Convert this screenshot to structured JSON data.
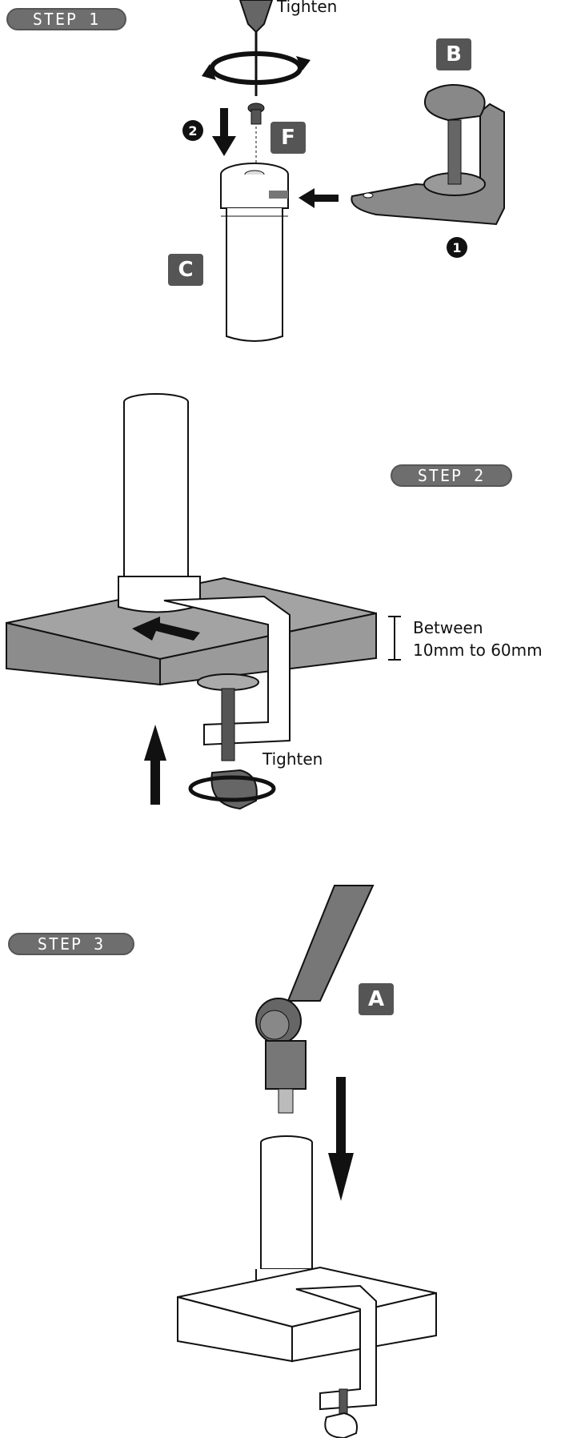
{
  "step1": {
    "label": "STEP 1",
    "tighten": "Tighten",
    "tag_b": "B",
    "tag_f": "F",
    "tag_c": "C",
    "badge_1": "1",
    "badge_2": "2"
  },
  "step2": {
    "label": "STEP 2",
    "between_line1": "Between",
    "between_line2": "10mm to 60mm",
    "tighten": "Tighten"
  },
  "step3": {
    "label": "STEP 3",
    "tag_a": "A"
  },
  "colors": {
    "pill": "#6e6e6e",
    "tag": "#555555",
    "desk": "#9a9a9a",
    "line": "#111111"
  }
}
